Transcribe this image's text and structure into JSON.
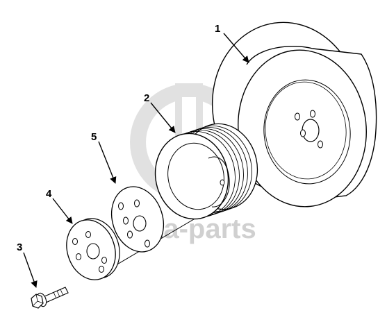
{
  "colors": {
    "line": "#000000",
    "fill": "#ffffff",
    "watermark": "#bdbdbd"
  },
  "watermark": {
    "text": "ta-parts"
  },
  "callouts": {
    "c1": "1",
    "c2": "2",
    "c3": "3",
    "c4": "4",
    "c5": "5"
  }
}
